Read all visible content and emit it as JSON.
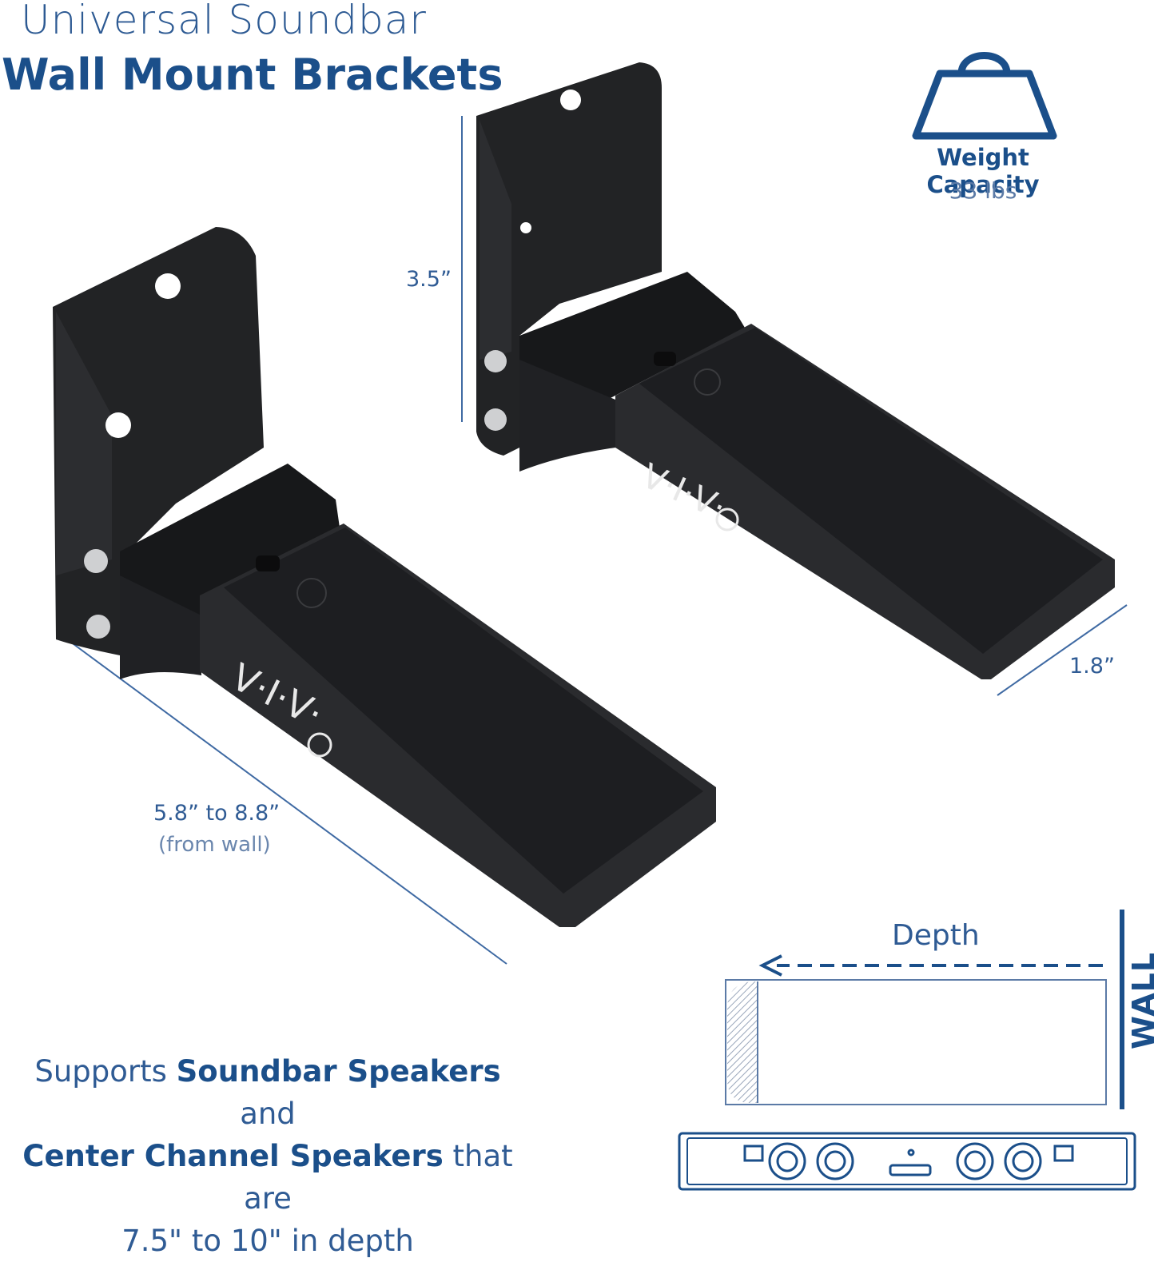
{
  "title": {
    "line1": "Universal Soundbar",
    "line2": "Wall Mount Brackets"
  },
  "weight": {
    "icon": "weight-icon",
    "label": "Weight Capacity",
    "value": "33 lbs"
  },
  "dimensions": {
    "height": "3.5”",
    "width": "1.8”",
    "reach": "5.8” to 8.8”",
    "reach_note": "(from wall)"
  },
  "brand": {
    "logo_text": "V·I·V·"
  },
  "support_text": {
    "pre": "Supports ",
    "b1": "Soundbar Speakers",
    "mid1": " and",
    "b2": "Center Channel Speakers",
    "mid2": " that are",
    "line3": "7.5\" to 10\" in depth"
  },
  "diagram": {
    "depth_label": "Depth",
    "wall_label": "WALL"
  },
  "colors": {
    "accent": "#1b4f8a",
    "bracket": "#1e1f21"
  }
}
